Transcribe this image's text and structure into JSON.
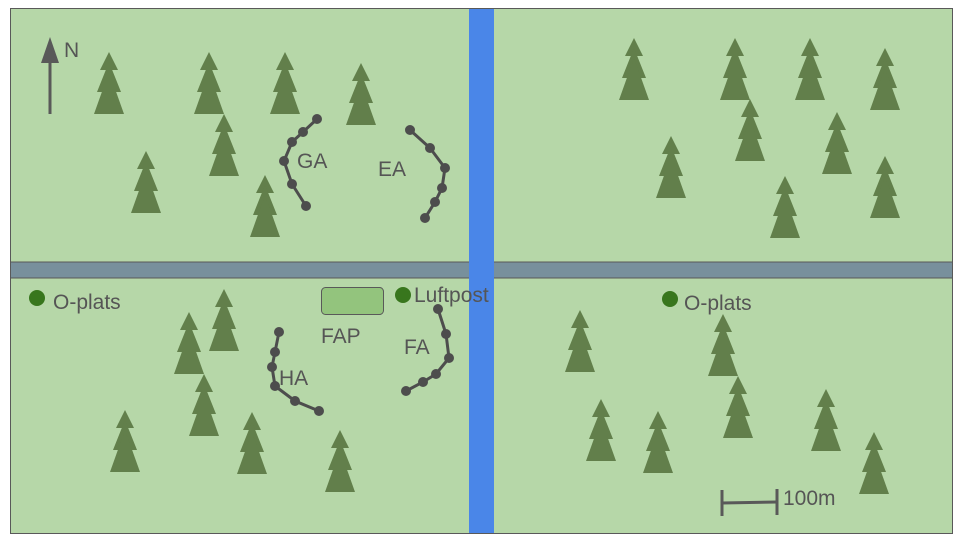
{
  "colors": {
    "grass": "#b6d7a8",
    "border": "#595959",
    "road": "#78909c",
    "river": "#4a86e8",
    "tree": "#627f4b",
    "trunk": "#5b4e4e",
    "line": "#4d4d4d",
    "point": "#38761d",
    "fap": "#93c47d",
    "text": "#595959"
  },
  "north": {
    "label": "N",
    "icon": "north-arrow-icon"
  },
  "positions": [
    {
      "label": "GA"
    },
    {
      "label": "EA"
    },
    {
      "label": "HA"
    },
    {
      "label": "FA"
    }
  ],
  "fap": {
    "label": "FAP"
  },
  "points": [
    {
      "label": "O-plats"
    },
    {
      "label": "Luftpost"
    },
    {
      "label": "O-plats"
    }
  ],
  "scale": {
    "label": "100m"
  }
}
